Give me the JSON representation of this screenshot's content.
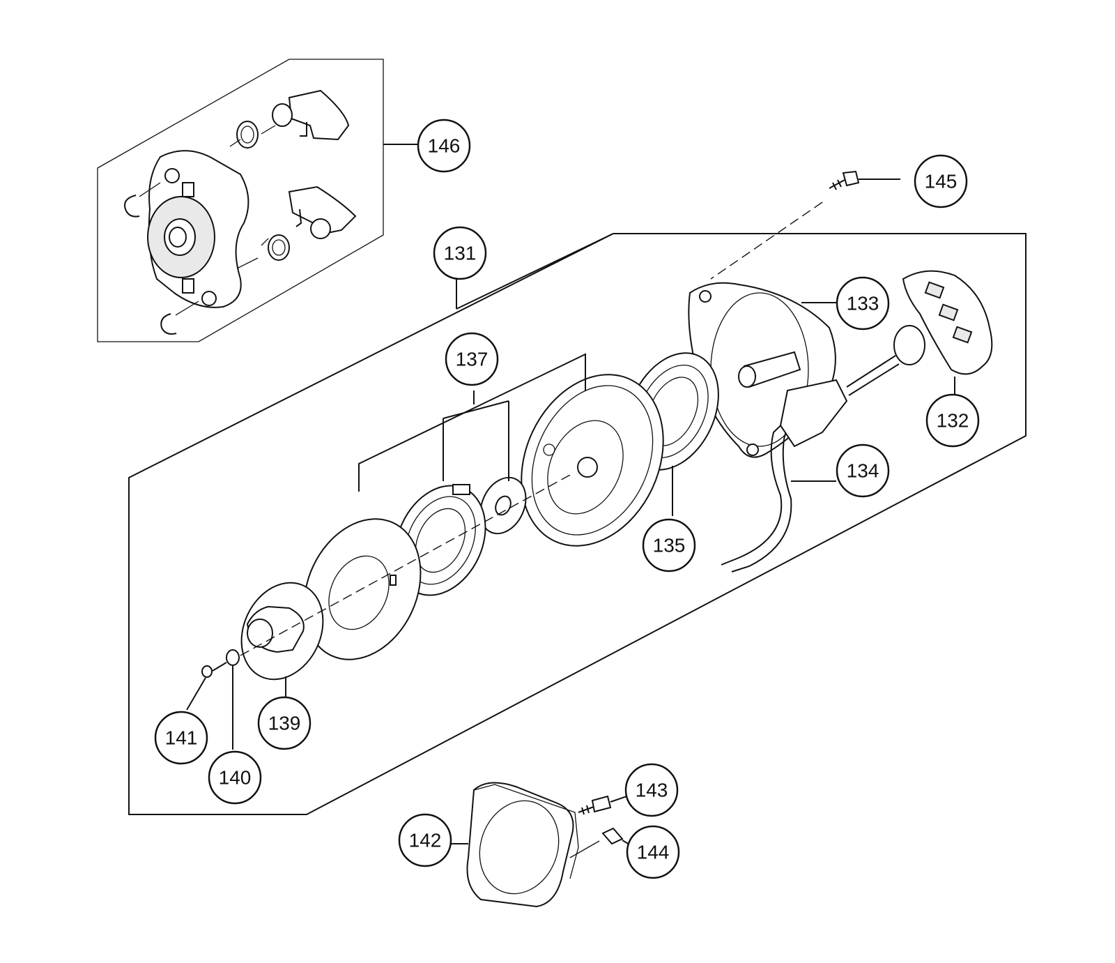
{
  "diagram": {
    "callouts": [
      {
        "id": "146",
        "label": "146"
      },
      {
        "id": "145",
        "label": "145"
      },
      {
        "id": "131",
        "label": "131"
      },
      {
        "id": "133",
        "label": "133"
      },
      {
        "id": "137",
        "label": "137"
      },
      {
        "id": "132",
        "label": "132"
      },
      {
        "id": "134",
        "label": "134"
      },
      {
        "id": "135",
        "label": "135"
      },
      {
        "id": "139",
        "label": "139"
      },
      {
        "id": "141",
        "label": "141"
      },
      {
        "id": "140",
        "label": "140"
      },
      {
        "id": "143",
        "label": "143"
      },
      {
        "id": "142",
        "label": "142"
      },
      {
        "id": "144",
        "label": "144"
      }
    ]
  }
}
